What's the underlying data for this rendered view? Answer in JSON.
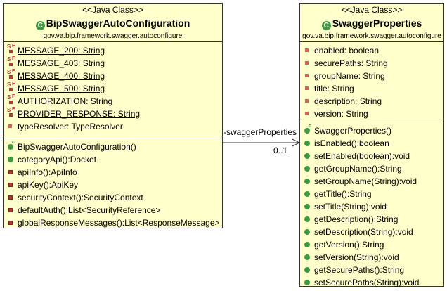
{
  "class_a": {
    "stereotype": "<<Java Class>>",
    "name": "BipSwaggerAutoConfiguration",
    "package": "gov.va.bip.framework.swagger.autoconfigure",
    "attributes": [
      {
        "text": "MESSAGE_200: String",
        "icon": "static-final-private"
      },
      {
        "text": "MESSAGE_403: String",
        "icon": "static-final-private"
      },
      {
        "text": "MESSAGE_400: String",
        "icon": "static-final-private"
      },
      {
        "text": "MESSAGE_500: String",
        "icon": "static-final-private"
      },
      {
        "text": "AUTHORIZATION: String",
        "icon": "static-final-private"
      },
      {
        "text": "PROVIDER_RESPONSE: String",
        "icon": "static-final-private"
      },
      {
        "text": "typeResolver: TypeResolver",
        "icon": "private-field"
      }
    ],
    "operations": [
      {
        "text": "BipSwaggerAutoConfiguration()",
        "icon": "constructor"
      },
      {
        "text": "categoryApi():Docket",
        "icon": "public-method"
      },
      {
        "text": "apiInfo():ApiInfo",
        "icon": "private-method"
      },
      {
        "text": "apiKey():ApiKey",
        "icon": "private-method"
      },
      {
        "text": "securityContext():SecurityContext",
        "icon": "private-method"
      },
      {
        "text": "defaultAuth():List<SecurityReference>",
        "icon": "private-method"
      },
      {
        "text": "globalResponseMessages():List<ResponseMessage>",
        "icon": "private-method"
      }
    ]
  },
  "class_b": {
    "stereotype": "<<Java Class>>",
    "name": "SwaggerProperties",
    "package": "gov.va.bip.framework.swagger.autoconfigure",
    "attributes": [
      {
        "text": "enabled: boolean",
        "icon": "private-field"
      },
      {
        "text": "securePaths: String",
        "icon": "private-field"
      },
      {
        "text": "groupName: String",
        "icon": "private-field"
      },
      {
        "text": "title: String",
        "icon": "private-field"
      },
      {
        "text": "description: String",
        "icon": "private-field"
      },
      {
        "text": "version: String",
        "icon": "private-field"
      }
    ],
    "operations": [
      {
        "text": "SwaggerProperties()",
        "icon": "constructor"
      },
      {
        "text": "isEnabled():boolean",
        "icon": "public-method"
      },
      {
        "text": "setEnabled(boolean):void",
        "icon": "public-method"
      },
      {
        "text": "getGroupName():String",
        "icon": "public-method"
      },
      {
        "text": "setGroupName(String):void",
        "icon": "public-method"
      },
      {
        "text": "getTitle():String",
        "icon": "public-method"
      },
      {
        "text": "setTitle(String):void",
        "icon": "public-method"
      },
      {
        "text": "getDescription():String",
        "icon": "public-method"
      },
      {
        "text": "setDescription(String):void",
        "icon": "public-method"
      },
      {
        "text": "getVersion():String",
        "icon": "public-method"
      },
      {
        "text": "setVersion(String):void",
        "icon": "public-method"
      },
      {
        "text": "getSecurePaths():String",
        "icon": "public-method"
      },
      {
        "text": "setSecurePaths(String):void",
        "icon": "public-method"
      }
    ]
  },
  "association": {
    "role": "-swaggerProperties",
    "multiplicity": "0..1"
  },
  "colors": {
    "class_fill": "#ffffcc",
    "border": "#333333",
    "class_icon": "#3d9a3d",
    "private_icon": "#c03030"
  }
}
